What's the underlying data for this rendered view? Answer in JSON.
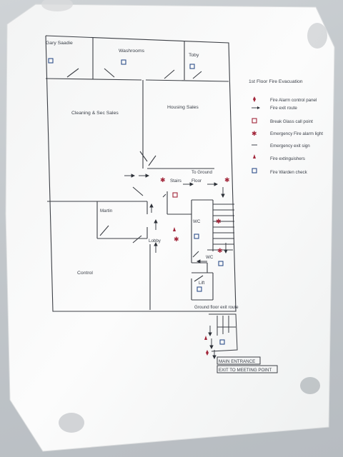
{
  "plan": {
    "rooms": {
      "gary_saadie": "Gary Saadie",
      "washrooms": "Washrooms",
      "toby": "Toby",
      "cleaning_sec_sales": "Cleaning & Sec Sales",
      "housing_sales": "Housing Sales",
      "martin": "Martin",
      "control": "Control",
      "lobby": "Lobby",
      "wc_upper": "WC",
      "wc_lower": "WC",
      "lift": "Lift",
      "stairs": "Stairs",
      "to_ground": "To Ground",
      "floor": "Floor"
    },
    "ground_floor_label": "Ground floor exit route",
    "main_entrance": "MAIN ENTRANCE",
    "exit_to_meeting_point": "EXIT TO MEETING POINT"
  },
  "legend": {
    "title": "1st Floor Fire Evacuation",
    "items": [
      {
        "symbol": "fire-alarm-panel-icon",
        "label": "Fire Alarm control panel"
      },
      {
        "symbol": "arrow-icon",
        "label": "Fire exit route"
      },
      {
        "symbol": "square-red-icon",
        "label": "Break Glass call point"
      },
      {
        "symbol": "asterisk-icon",
        "label": "Emergency Fire alarm light"
      },
      {
        "symbol": "exit-sign-icon",
        "label": "Emergency exit sign"
      },
      {
        "symbol": "extinguisher-icon",
        "label": "Fire extinguishers"
      },
      {
        "symbol": "square-blue-icon",
        "label": "Fire Warden check"
      }
    ]
  },
  "colors": {
    "wall": "#3c3f45",
    "red_symbol": "#a2263a",
    "blue_symbol": "#2f4f8a",
    "paper": "#fbfbfb"
  }
}
